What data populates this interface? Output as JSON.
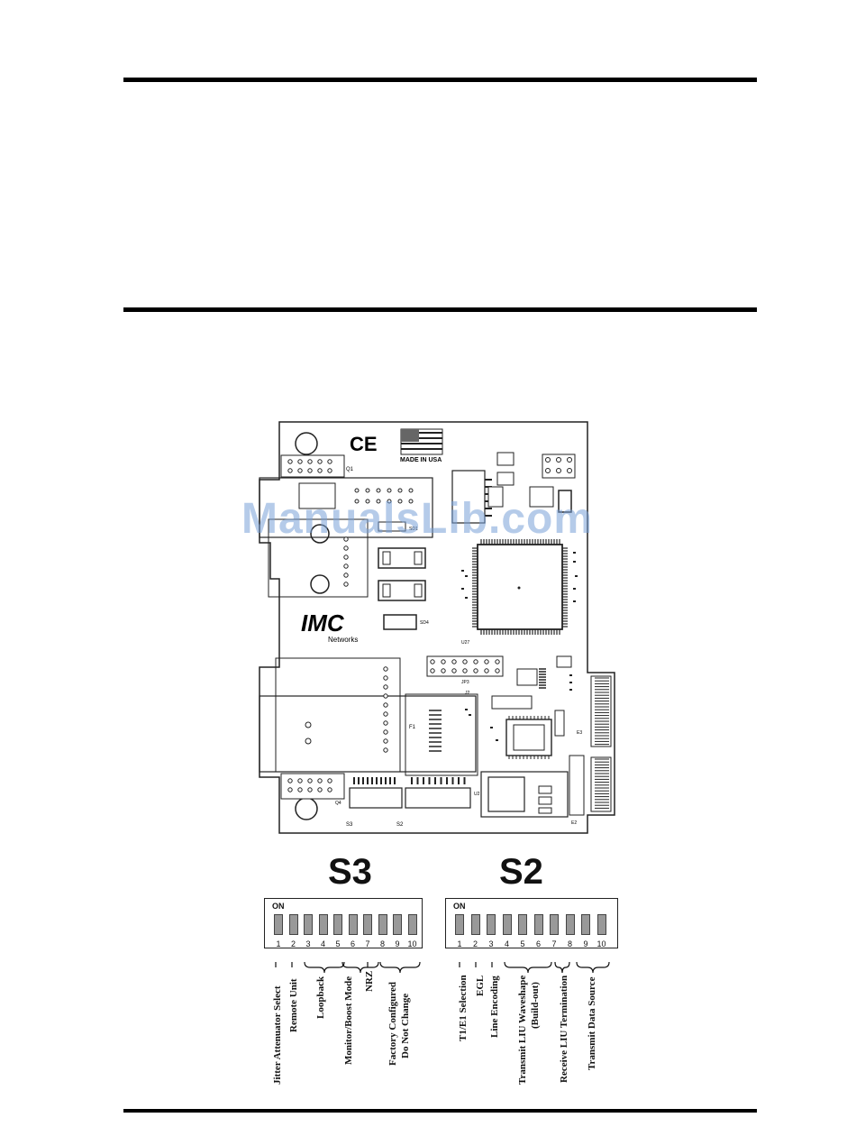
{
  "board": {
    "ce_mark": "CE",
    "flag_caption": "MADE IN USA",
    "logo_text": "IMC",
    "logo_sub": "Networks",
    "silk_q1": "Q1",
    "silk_q4": "Q4",
    "silk_j2": "J2",
    "silk_jp3": "JP3",
    "silk_f1": "F1",
    "silk_u2": "U2",
    "silk_s3": "S3",
    "silk_s2": "S2",
    "silk_e2": "E2",
    "silk_e3": "E3",
    "silk_sd1": "SD1",
    "silk_sd4": "SD4",
    "silk_u27": "U27"
  },
  "watermark": "ManualsLib.com",
  "switches": {
    "s3": {
      "title": "S3",
      "on_label": "ON",
      "numbers": [
        "1",
        "2",
        "3",
        "4",
        "5",
        "6",
        "7",
        "8",
        "9",
        "10"
      ],
      "labels": [
        "Jitter Attenuator Select",
        "Remote Unit",
        "Loopback",
        "Monitor/Boost Mode",
        "NRZ",
        "Factory Configured",
        "Do Not Change"
      ]
    },
    "s2": {
      "title": "S2",
      "on_label": "ON",
      "numbers": [
        "1",
        "2",
        "3",
        "4",
        "5",
        "6",
        "7",
        "8",
        "9",
        "10"
      ],
      "labels": [
        "T1/E1 Selection",
        "EGL",
        "Line Encoding",
        "Transmit LIU Waveshape",
        "(Build-out)",
        "Receive LIU Termination",
        "Transmit Data Source"
      ]
    }
  }
}
